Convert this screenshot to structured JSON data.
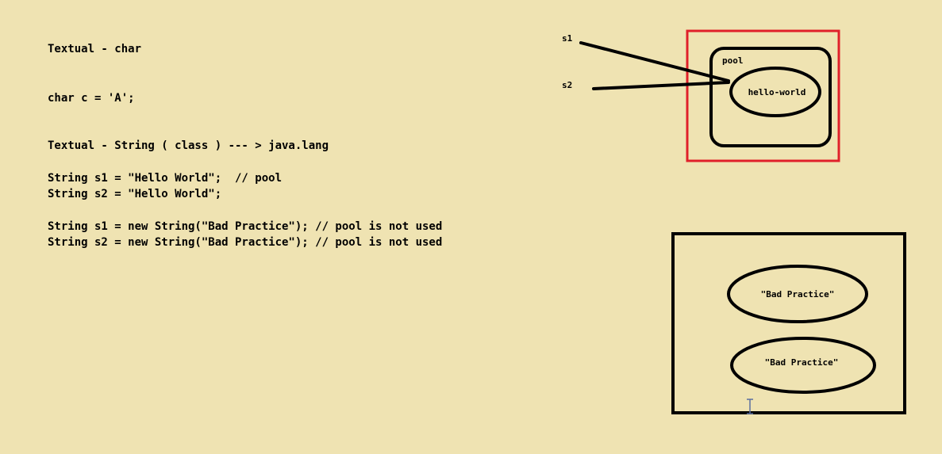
{
  "code": {
    "line1": "Textual - char",
    "line2": "char c = 'A';",
    "line3": "Textual - String ( class ) --- > java.lang",
    "line4": "String s1 = \"Hello World\";  // pool",
    "line5": "String s2 = \"Hello World\";",
    "line6": "String s1 = new String(\"Bad Practice\"); // pool is not used",
    "line7": "String s2 = new String(\"Bad Practice\"); // pool is not used"
  },
  "diagram_pool": {
    "ref1": "s1",
    "ref2": "s2",
    "pool_label": "pool",
    "object_label": "hello-world",
    "highlight_color": "#e0202a"
  },
  "diagram_heap": {
    "object1_label": "\"Bad Practice\"",
    "object2_label": "\"Bad Practice\""
  },
  "colors": {
    "background": "#efe3b2",
    "ink": "#000000"
  },
  "cursor_icon": "text-cursor-icon"
}
